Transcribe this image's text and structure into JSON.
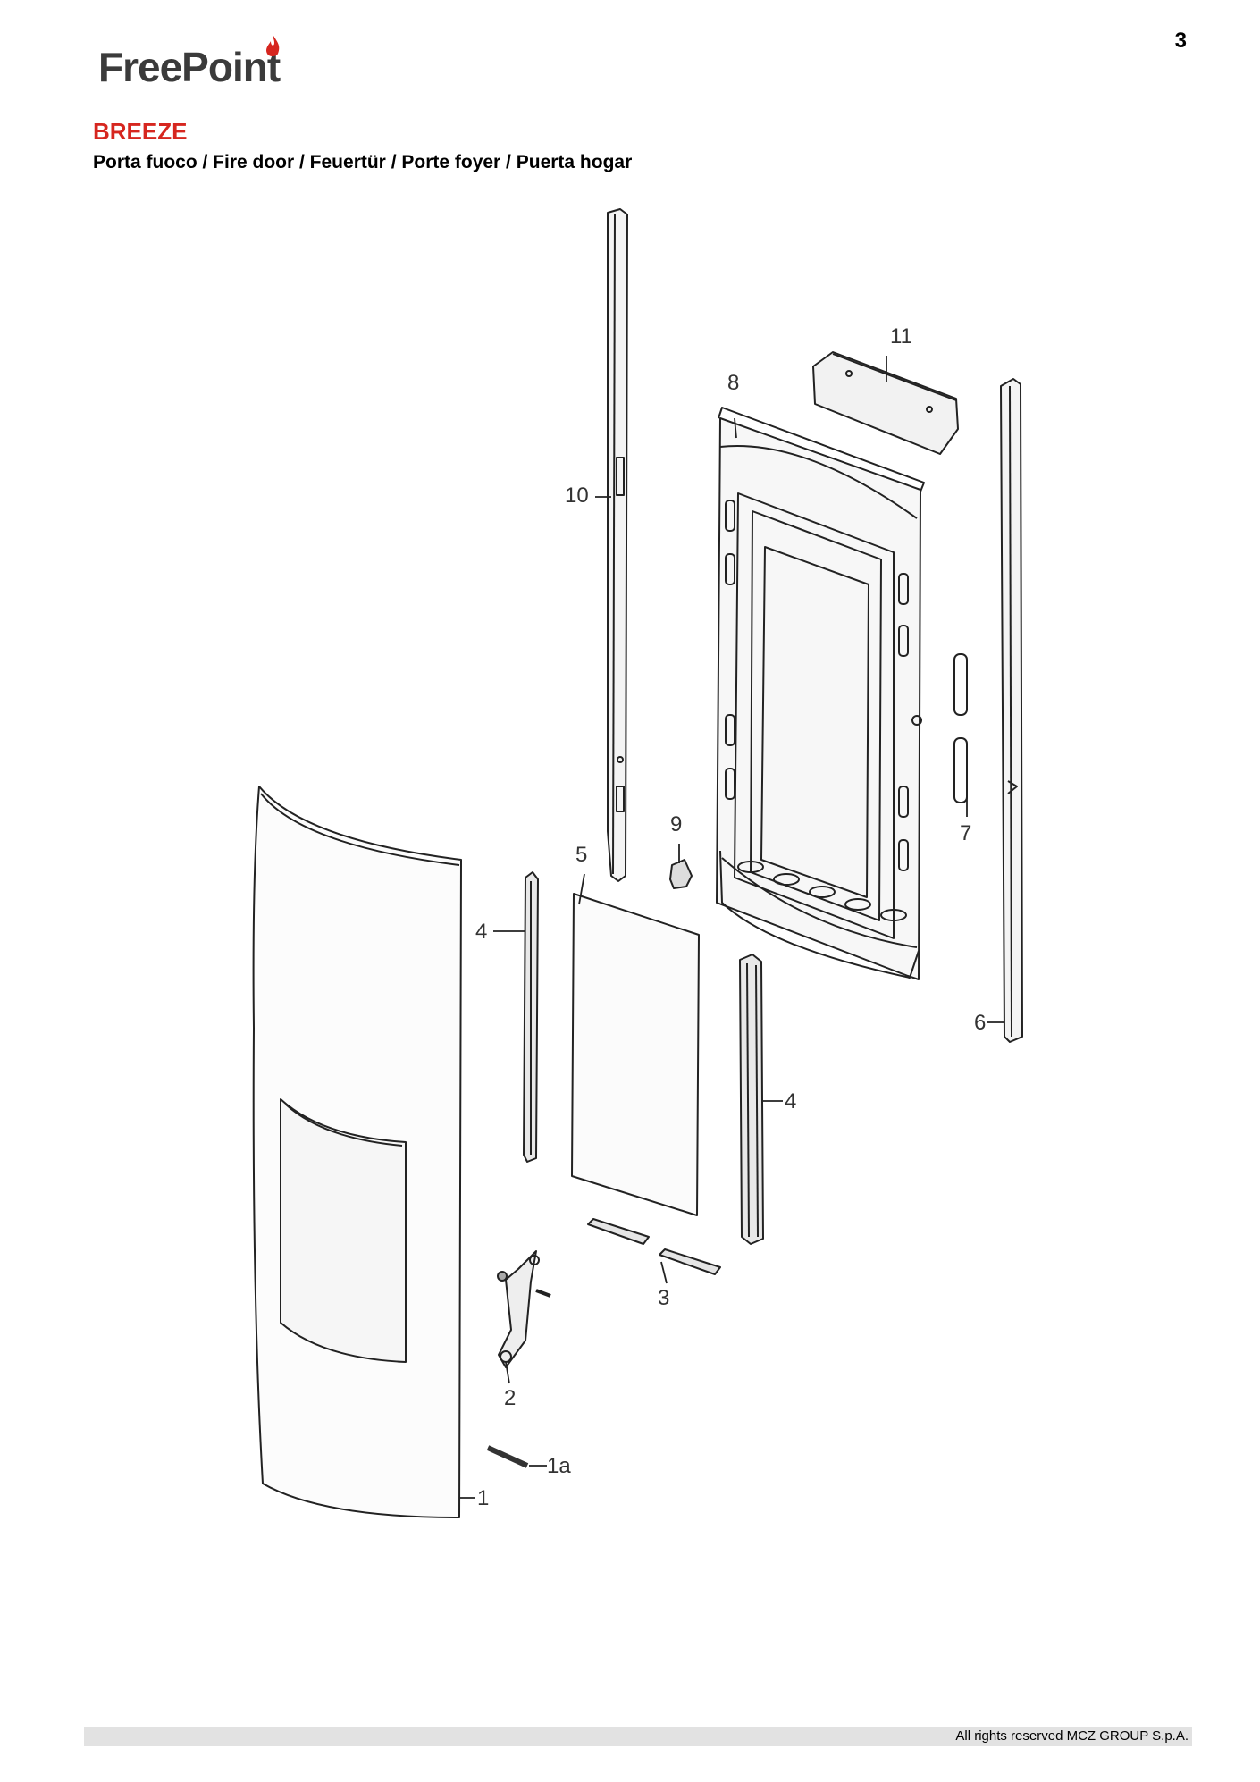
{
  "header": {
    "page_number": "3",
    "logo": {
      "text": "FreePoint",
      "brand_color": "#d6261f"
    },
    "title": "BREEZE",
    "subtitle": "Porta fuoco / Fire door / Feuertür / Porte foyer / Puerta hogar"
  },
  "diagram": {
    "labels": {
      "p1": "1",
      "p1a": "1a",
      "p2": "2",
      "p3": "3",
      "p4a": "4",
      "p4b": "4",
      "p5": "5",
      "p6": "6",
      "p7": "7",
      "p8": "8",
      "p9": "9",
      "p10": "10",
      "p11": "11"
    }
  },
  "footer": {
    "copyright": "All rights reserved MCZ GROUP S.p.A."
  }
}
